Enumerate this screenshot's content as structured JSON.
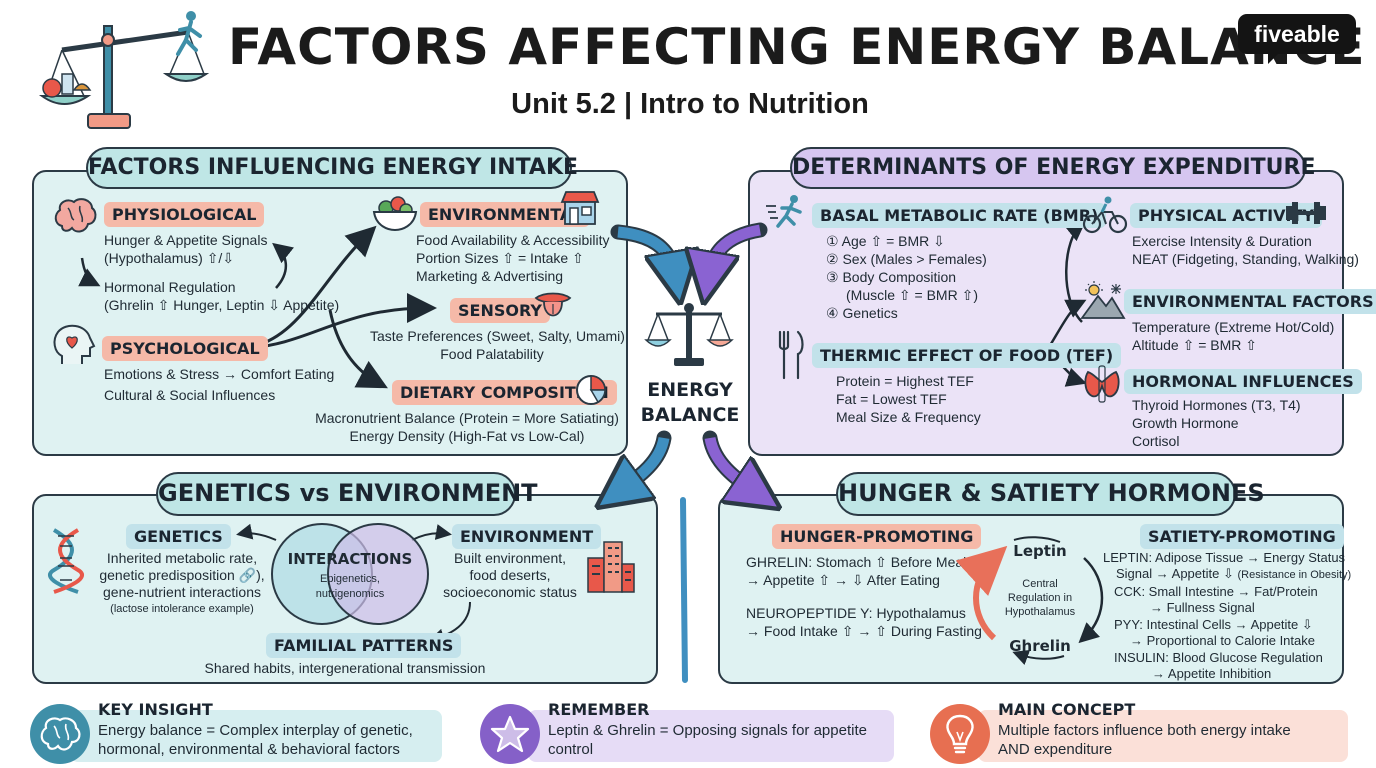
{
  "header": {
    "title": "FACTORS AFFECTING ENERGY BALANCE",
    "subtitle": "Unit 5.2 | Intro to Nutrition",
    "brand": "fiveable"
  },
  "intake": {
    "title": "FACTORS INFLUENCING ENERGY INTAKE",
    "physiological": {
      "label": "PHYSIOLOGICAL",
      "line1": "Hunger & Appetite Signals",
      "line2": "(Hypothalamus) ⇧/⇩",
      "line3": "Hormonal Regulation",
      "line4": "(Ghrelin ⇧ Hunger, Leptin ⇩ Appetite)"
    },
    "psychological": {
      "label": "PSYCHOLOGICAL",
      "line1": "Emotions & Stress → Comfort Eating",
      "line2": "Cultural & Social Influences"
    },
    "environmental": {
      "label": "ENVIRONMENTAL",
      "line1": "Food Availability & Accessibility",
      "line2": "Portion Sizes ⇧ = Intake ⇧",
      "line3": "Marketing & Advertising"
    },
    "sensory": {
      "label": "SENSORY",
      "line1": "Taste Preferences (Sweet, Salty, Umami)",
      "line2": "Food Palatability"
    },
    "dietary": {
      "label": "DIETARY COMPOSITION",
      "line1": "Macronutrient Balance (Protein = More Satiating)",
      "line2": "Energy Density (High-Fat vs Low-Cal)"
    }
  },
  "expenditure": {
    "title": "DETERMINANTS OF ENERGY EXPENDITURE",
    "bmr": {
      "label": "BASAL METABOLIC RATE (BMR)",
      "line1": "① Age ⇧ = BMR ⇩",
      "line2": "② Sex (Males > Females)",
      "line3": "③ Body Composition",
      "line4": "(Muscle ⇧ = BMR ⇧)",
      "line5": "④ Genetics"
    },
    "tef": {
      "label": "THERMIC EFFECT OF FOOD (TEF)",
      "line1": "Protein = Highest TEF",
      "line2": "Fat = Lowest TEF",
      "line3": "Meal Size & Frequency"
    },
    "activity": {
      "label": "PHYSICAL ACTIVITY",
      "line1": "Exercise Intensity & Duration",
      "line2": "NEAT (Fidgeting, Standing, Walking)"
    },
    "env": {
      "label": "ENVIRONMENTAL FACTORS",
      "line1": "Temperature (Extreme Hot/Cold)",
      "line2": "Altitude ⇧ = BMR ⇧"
    },
    "hormonal": {
      "label": "HORMONAL INFLUENCES",
      "line1": "Thyroid Hormones (T3, T4)",
      "line2": "Growth Hormone",
      "line3": "Cortisol"
    }
  },
  "center": {
    "line1": "ENERGY",
    "line2": "BALANCE"
  },
  "genetics": {
    "title": "GENETICS vs ENVIRONMENT",
    "genetics_label": "GENETICS",
    "genetics_line1": "Inherited metabolic rate,",
    "genetics_line2": "genetic predisposition 🔗),",
    "genetics_line3": "gene-nutrient interactions",
    "genetics_line4": "(lactose intolerance example)",
    "interactions_title": "INTERACTIONS",
    "interactions_line1": "Epigenetics,",
    "interactions_line2": "nutrigenomics",
    "environment_label": "ENVIRONMENT",
    "environment_line1": "Built environment,",
    "environment_line2": "food deserts,",
    "environment_line3": "socioeconomic status",
    "familial_label": "FAMILIAL PATTERNS",
    "familial_line1": "Shared habits, intergenerational transmission"
  },
  "hunger": {
    "title": "HUNGER & SATIETY HORMONES",
    "promoting_label": "HUNGER-PROMOTING",
    "ghrelin_line1": "GHRELIN: Stomach ⇧ Before Meals",
    "ghrelin_line2": "→ Appetite ⇧ → ⇩ After Eating",
    "npy_line1": "NEUROPEPTIDE Y: Hypothalamus",
    "npy_line2": "→ Food Intake ⇧ → ⇧ During Fasting",
    "cycle_top": "Leptin",
    "cycle_mid1": "Central",
    "cycle_mid2": "Regulation in",
    "cycle_mid3": "Hypothalamus",
    "cycle_bottom": "Ghrelin",
    "satiety_label": "SATIETY-PROMOTING",
    "leptin_line1": "LEPTIN: Adipose Tissue → Energy Status",
    "leptin_line2a": "Signal → Appetite ⇩",
    "leptin_line2b": "(Resistance in Obesity)",
    "cck_line1": "CCK: Small Intestine → Fat/Protein",
    "cck_line2": "→ Fullness Signal",
    "pyy_line1": "PYY: Intestinal Cells → Appetite ⇩",
    "pyy_line2": "→ Proportional to Calorie Intake",
    "insulin_line1": "INSULIN: Blood Glucose Regulation",
    "insulin_line2": "→ Appetite Inhibition"
  },
  "callouts": {
    "insight_head": "KEY INSIGHT",
    "insight_line1": "Energy balance = Complex interplay of genetic,",
    "insight_line2": "hormonal, environmental & behavioral factors",
    "remember_head": "REMEMBER",
    "remember_line1": "Leptin & Ghrelin = Opposing signals for appetite",
    "remember_line2": "control",
    "concept_head": "MAIN CONCEPT",
    "concept_line1": "Multiple factors influence both energy intake",
    "concept_line2": "AND expenditure"
  },
  "colors": {
    "teal_bg": "#dff2f2",
    "lavender_bg": "#ebe3f7",
    "salmon": "#f5b9a8",
    "blue_arrow": "#3f8fc0",
    "purple_arrow": "#8a63d2",
    "outline": "#2b3a45"
  }
}
